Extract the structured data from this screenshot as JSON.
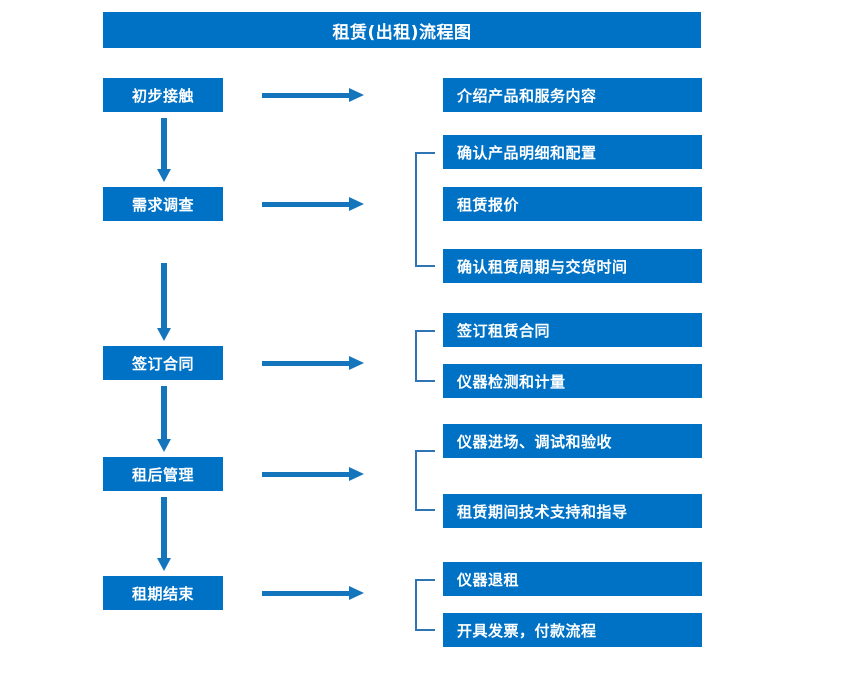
{
  "title": "租赁(出租)流程图",
  "colors": {
    "box_fill": "#0072C6",
    "box_text": "#ffffff",
    "arrow": "#1475BC",
    "bracket": "#2E75B6",
    "background": "#ffffff"
  },
  "stages": [
    {
      "id": "initial-contact",
      "label": "初步接触"
    },
    {
      "id": "demand-survey",
      "label": "需求调查"
    },
    {
      "id": "sign-contract",
      "label": "签订合同"
    },
    {
      "id": "post-rent-manage",
      "label": "租后管理"
    },
    {
      "id": "lease-end",
      "label": "租期结束"
    }
  ],
  "details": [
    {
      "id": "d1",
      "label": "介绍产品和服务内容"
    },
    {
      "id": "d2",
      "label": "确认产品明细和配置"
    },
    {
      "id": "d3",
      "label": "租赁报价"
    },
    {
      "id": "d4",
      "label": "确认租赁周期与交货时间"
    },
    {
      "id": "d5",
      "label": "签订租赁合同"
    },
    {
      "id": "d6",
      "label": "仪器检测和计量"
    },
    {
      "id": "d7",
      "label": "仪器进场、调试和验收"
    },
    {
      "id": "d8",
      "label": "租赁期间技术支持和指导"
    },
    {
      "id": "d9",
      "label": "仪器退租"
    },
    {
      "id": "d10",
      "label": "开具发票，付款流程"
    }
  ],
  "flow_connections": [
    {
      "from": "initial-contact",
      "to": "demand-survey",
      "type": "vertical-arrow"
    },
    {
      "from": "demand-survey",
      "to": "sign-contract",
      "type": "vertical-arrow"
    },
    {
      "from": "sign-contract",
      "to": "post-rent-manage",
      "type": "vertical-arrow"
    },
    {
      "from": "post-rent-manage",
      "to": "lease-end",
      "type": "vertical-arrow"
    },
    {
      "from": "initial-contact",
      "to": "d1",
      "type": "horizontal-arrow"
    },
    {
      "from": "demand-survey",
      "to": "group-2",
      "type": "horizontal-arrow"
    },
    {
      "from": "sign-contract",
      "to": "group-3",
      "type": "horizontal-arrow"
    },
    {
      "from": "post-rent-manage",
      "to": "group-4",
      "type": "horizontal-arrow"
    },
    {
      "from": "lease-end",
      "to": "group-5",
      "type": "horizontal-arrow"
    }
  ],
  "groups": [
    {
      "id": "group-2",
      "members": [
        "d2",
        "d3",
        "d4"
      ]
    },
    {
      "id": "group-3",
      "members": [
        "d5",
        "d6"
      ]
    },
    {
      "id": "group-4",
      "members": [
        "d7",
        "d8"
      ]
    },
    {
      "id": "group-5",
      "members": [
        "d9",
        "d10"
      ]
    }
  ]
}
